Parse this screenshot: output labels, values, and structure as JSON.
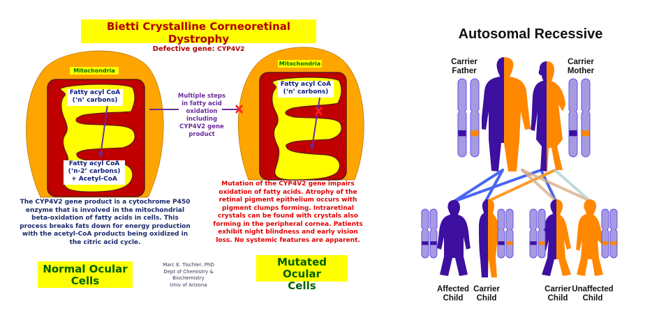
{
  "left_panel": {
    "title": "Bietti Crystalline Corneoretinal Dystrophy",
    "subtitle_prefix": "Defective gene: ",
    "subtitle_gene": "CYP4V2",
    "normal_cell": {
      "organelle_label": "Mitochondria",
      "substrate_label_line1": "Fatty acyl CoA",
      "substrate_label_line2": "(‘n’ carbons)",
      "product_label_line1": "Fatty acyl CoA",
      "product_label_line2": "(‘n-2’ carbons)",
      "product_label_line3": "+ Acetyl-CoA",
      "caption": "The CYP4V2 gene product is a cytochrome P450 enzyme that is involved in the mitochondrial beta-oxidation of fatty acids in cells. This process breaks fats down for energy production with the acetyl-CoA products being oxidized in the citric acid cycle.",
      "panel_label_line1": "Normal Ocular",
      "panel_label_line2": "Cells"
    },
    "pathway_note": {
      "line1": "Multiple steps",
      "line2": "in fatty acid",
      "line3": "oxidation",
      "line4": "including",
      "line5": "CYP4V2 gene",
      "line6": "product",
      "block_marker": "X"
    },
    "mutated_cell": {
      "organelle_label": "Mitochondria",
      "substrate_label_line1": "Fatty acyl CoA",
      "substrate_label_line2": "(‘n’ carbons)",
      "block_marker": "X",
      "caption": "Mutation of the CYP4V2 gene impairs oxidation of fatty acids. Atrophy of the retinal pigment epithelium occurs with pigment clumps forming. Intraretinal crystals can be found with crystals also forming in the peripheral cornea. Patients exhibit night blindness and early vision loss. No systemic features are apparent.",
      "panel_label_line1": "Mutated Ocular",
      "panel_label_line2": "Cells"
    },
    "author": {
      "line1": "Marc E. Tischler, PhD",
      "line2": "Dept of Chemistry &",
      "line3": "Biochemistry",
      "line4": "Univ of Arizona"
    },
    "colors": {
      "title_bg": "#ffff00",
      "title_text": "#b00000",
      "cell_outer": "#ffa000",
      "matrix": "#c00000",
      "cristae": "#ffff00",
      "arrow": "#6a2c9a",
      "block_marker": "#ff0000",
      "normal_caption": "#1a2a6c",
      "mutated_caption": "#e00000",
      "panel_label_text": "#006000"
    }
  },
  "right_panel": {
    "title": "Autosomal Recessive",
    "parents": [
      {
        "label_line1": "Carrier",
        "label_line2": "Father",
        "alleles": [
          "affected",
          "normal"
        ]
      },
      {
        "label_line1": "Carrier",
        "label_line2": "Mother",
        "alleles": [
          "affected",
          "normal"
        ]
      }
    ],
    "children": [
      {
        "label_line1": "Affected",
        "label_line2": "Child",
        "alleles": [
          "affected",
          "affected"
        ]
      },
      {
        "label_line1": "Carrier",
        "label_line2": "Child",
        "alleles": [
          "affected",
          "normal"
        ]
      },
      {
        "label_line1": "Carrier",
        "label_line2": "Child",
        "alleles": [
          "affected",
          "normal"
        ]
      },
      {
        "label_line1": "Unaffected",
        "label_line2": "Child",
        "alleles": [
          "normal",
          "normal"
        ]
      }
    ],
    "colors": {
      "affected": "#3d10a0",
      "normal": "#ff8800",
      "chromosome": "#a89ae0",
      "chromosome_outline": "#5a50e8",
      "inheritance_line_affected": "#2a4cf0",
      "inheritance_line_normal": "#ff8800"
    }
  }
}
